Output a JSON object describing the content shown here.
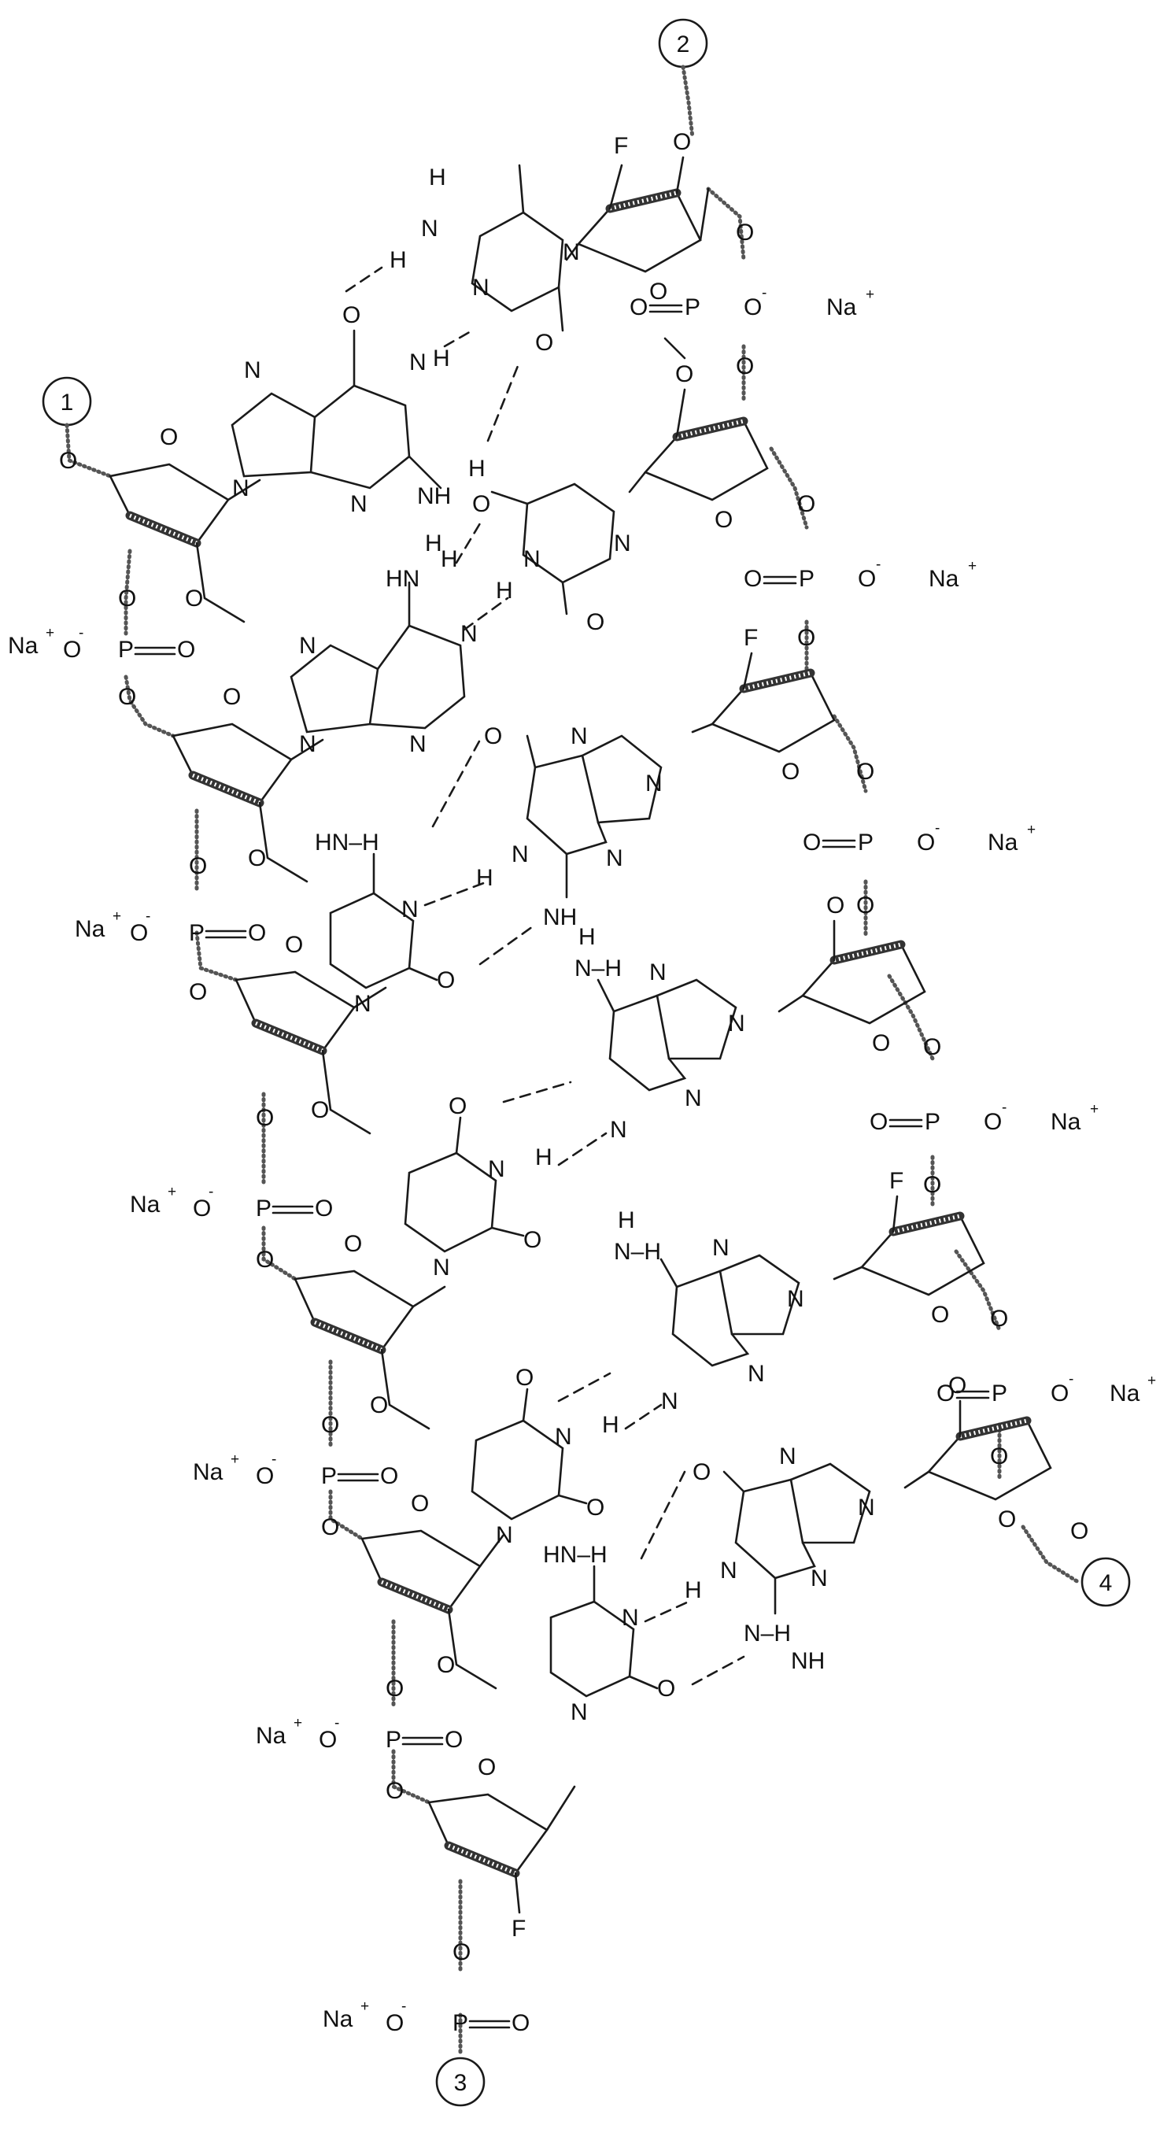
{
  "figure": {
    "terminal_markers": [
      "1",
      "2",
      "3",
      "4"
    ],
    "counter_ion": "Na",
    "charge_plus": "+",
    "charge_minus": "-",
    "atom_labels": {
      "O": "O",
      "F": "F",
      "N": "N",
      "H": "H",
      "P": "P",
      "NH": "NH",
      "HN": "HN",
      "HNH": "HN–H",
      "NHH": "N–H"
    },
    "strand_a_nucleotides": [
      "rG(2'-OMe)",
      "rA(2'-OMe)",
      "rC(2'-OMe)",
      "rU(2'-OMe)",
      "rU(2'-OMe)",
      "rC(2'-F)"
    ],
    "strand_b_nucleotides": [
      "rC(2'-F)",
      "rU(2'-OMe)",
      "rG(2'-F)",
      "rA(2'-OMe)",
      "rA(2'-F)",
      "rG(2'-OMe)"
    ],
    "base_pairs": [
      "G-C",
      "A-U",
      "C-G",
      "U-A",
      "U-A",
      "C-G"
    ]
  }
}
